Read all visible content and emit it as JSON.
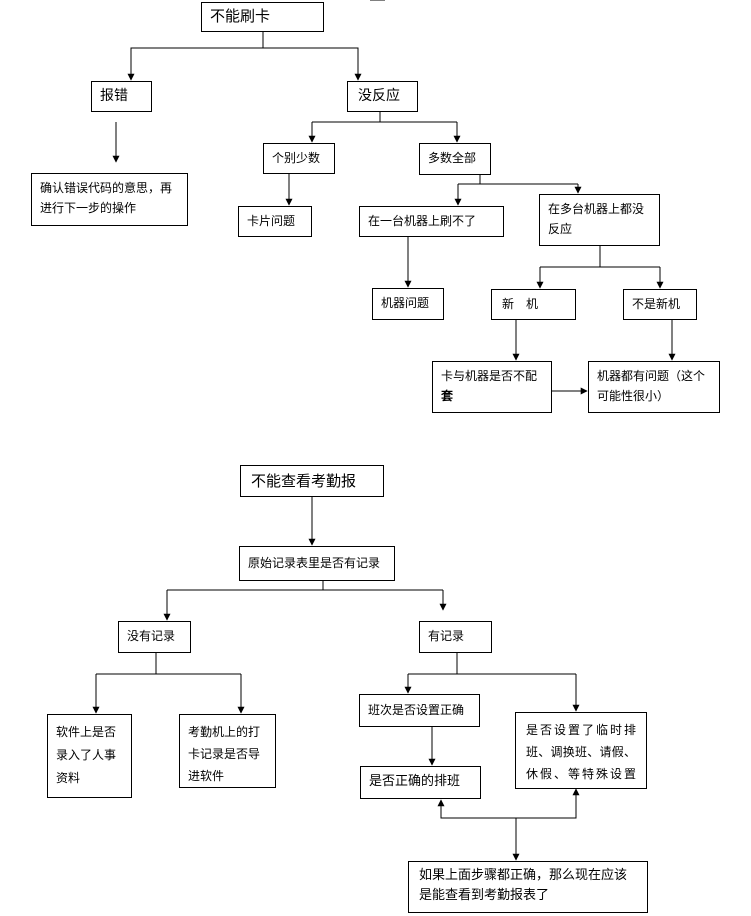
{
  "diagram1": {
    "root": "不能刷卡",
    "report_error": "报错",
    "confirm_code_l1": "确认错误代码的意思，再",
    "confirm_code_l2": "进行下一步的操作",
    "no_response": "没反应",
    "few": "个别少数",
    "card_problem": "卡片问题",
    "majority": "多数全部",
    "one_machine": "在一台机器上刷不了",
    "machine_problem": "机器问题",
    "multi_l1": "在多台机器上都没",
    "multi_l2": "反应",
    "new_machine": "新　机",
    "not_new_machine": "不是新机",
    "mismatch_l1": "卡与机器是否不配",
    "mismatch_l2": "套",
    "all_faulty_l1": "机器都有问题（这个",
    "all_faulty_l2": "可能性很小）"
  },
  "diagram2": {
    "root": "不能查看考勤报",
    "raw_records": "原始记录表里是否有记录",
    "no_record": "没有记录",
    "has_record": "有记录",
    "software_l1": "软件上是否",
    "software_l2": "录入了人事",
    "software_l3": "资料",
    "device_l1": "考勤机上的打",
    "device_l2": "卡记录是否导",
    "device_l3": "进软件",
    "shift_setting": "班次是否设置正确",
    "special_l1": "是否设置了临时排",
    "special_l2": "班、调换班、请假、",
    "special_l3": "休假、等特殊设置",
    "correct_schedule": "是否正确的排班",
    "final_l1": "如果上面步骤都正确，那么现在应该",
    "final_l2": "是能查看到考勤报表了"
  }
}
